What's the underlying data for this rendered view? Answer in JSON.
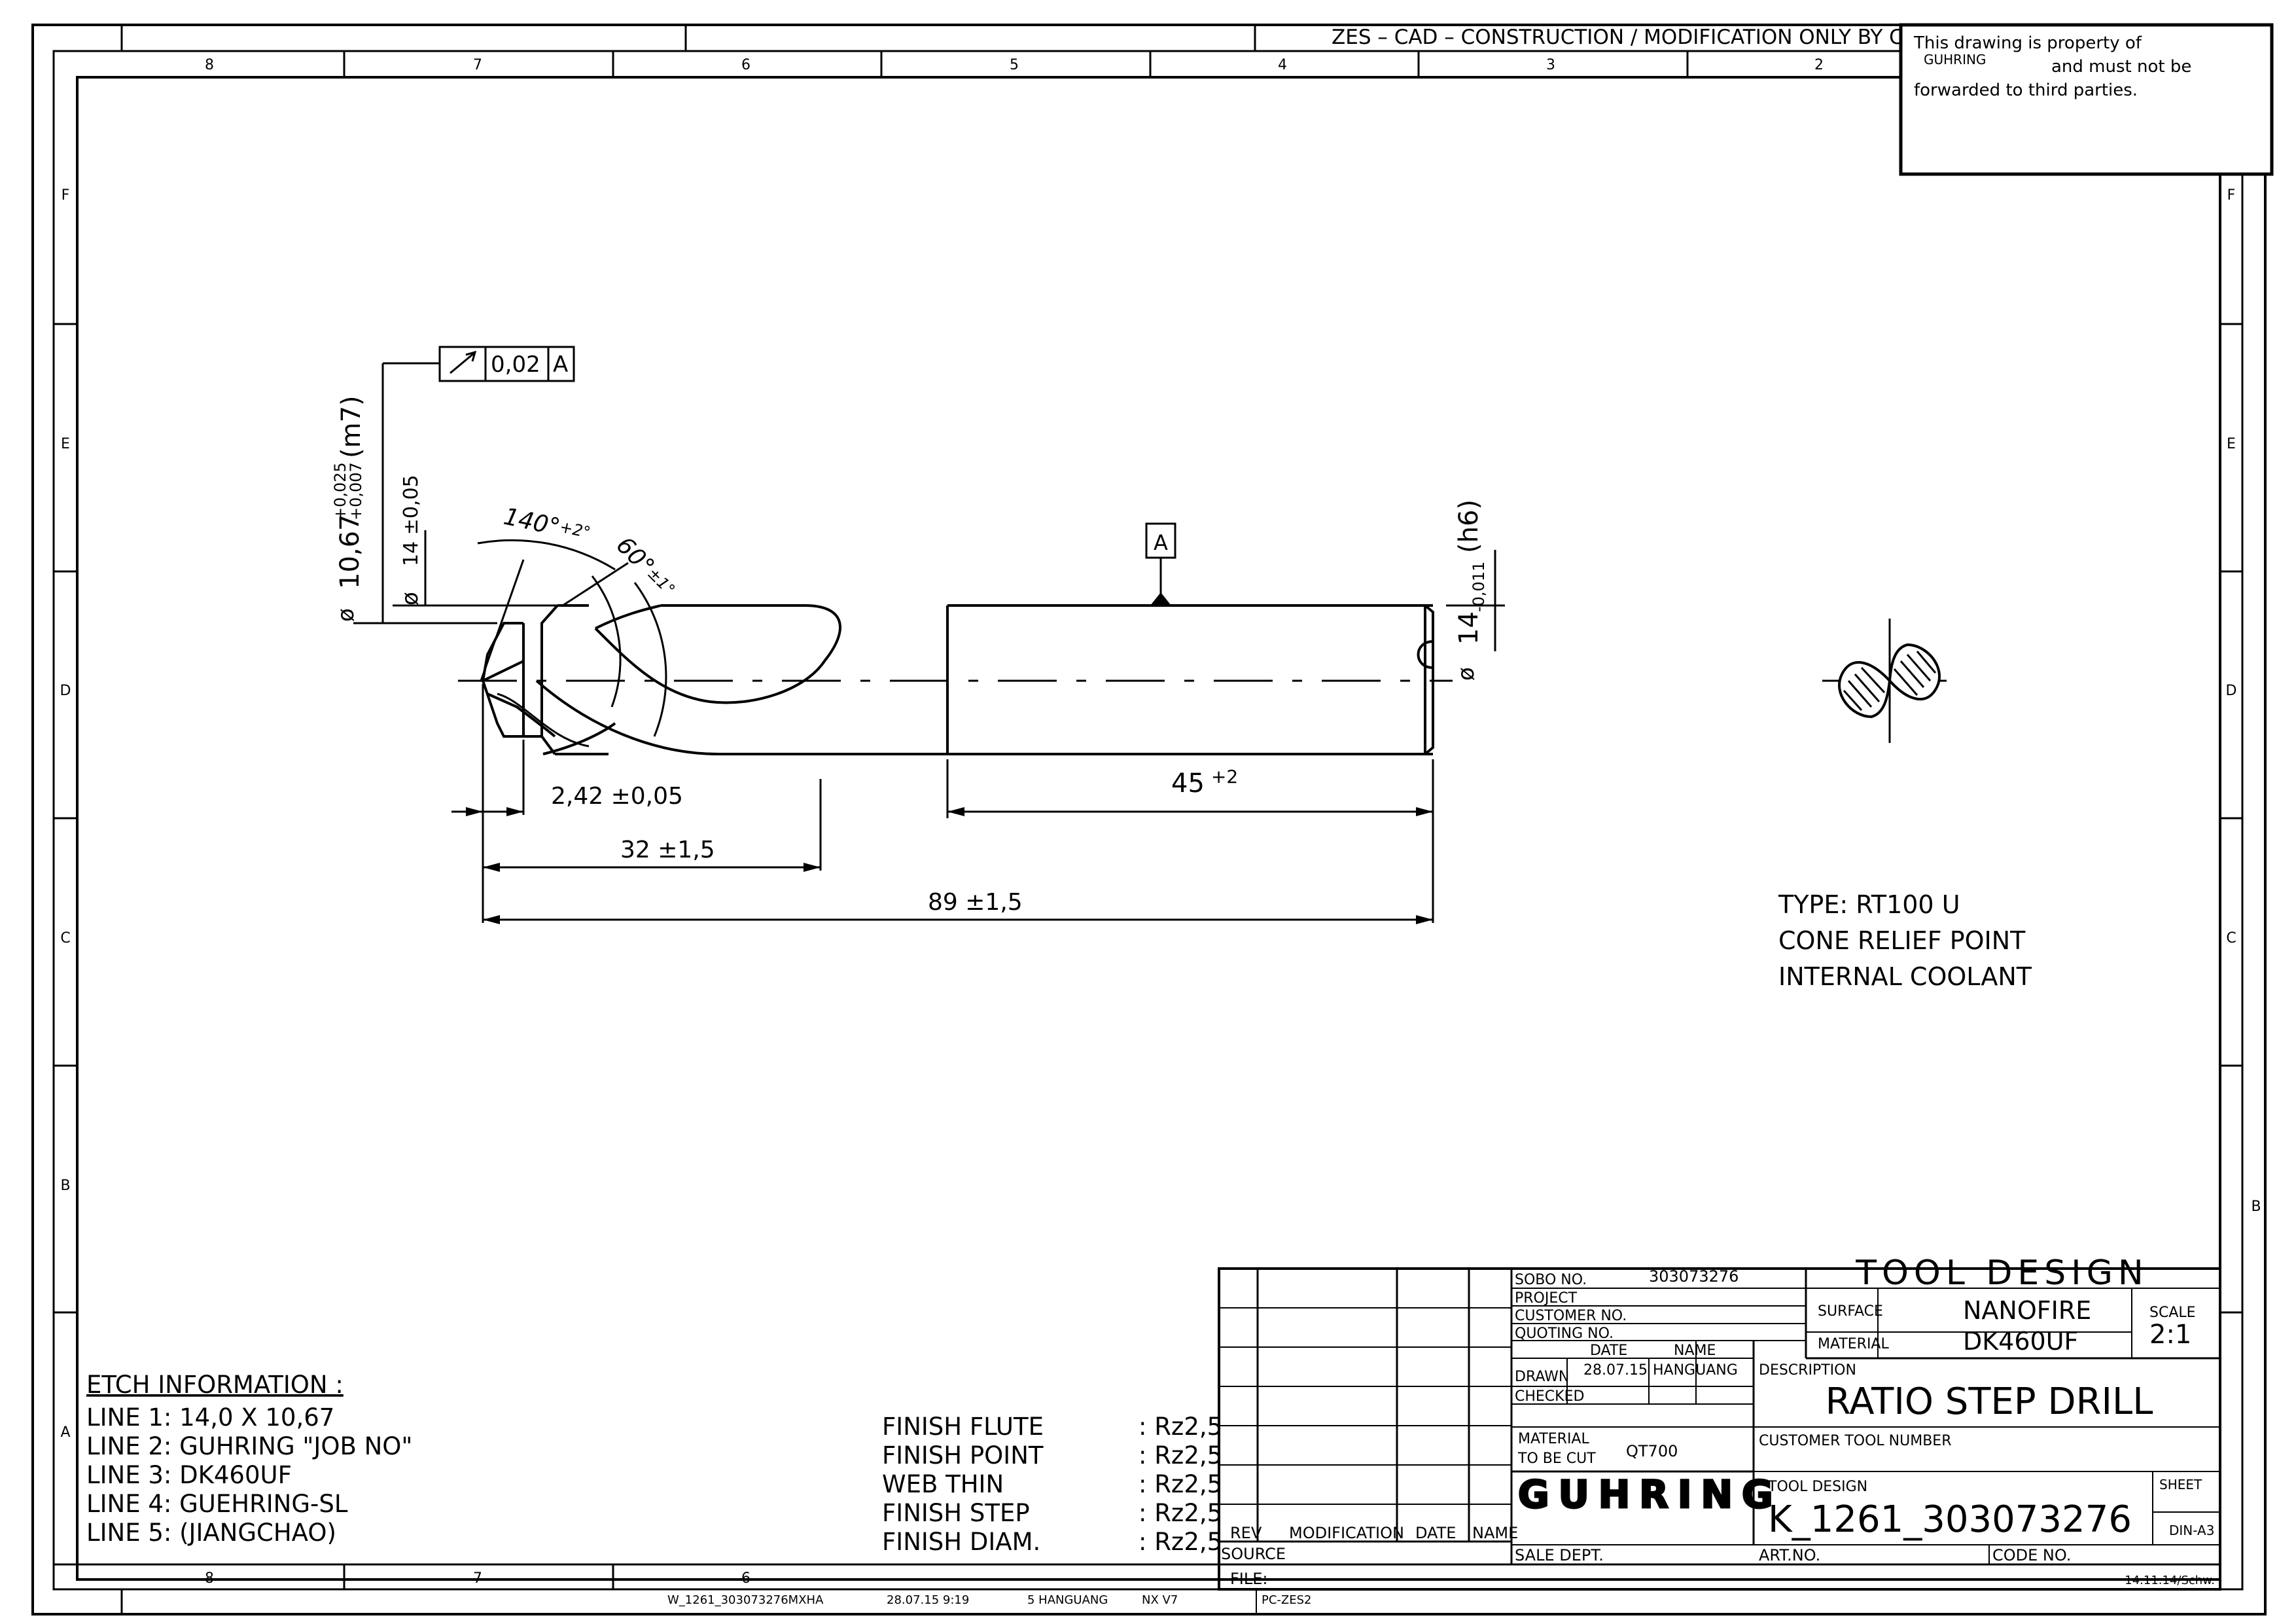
{
  "header": {
    "cad_note": "ZES – CAD – CONSTRUCTION / MODIFICATION ONLY BY CAD",
    "property_line1": "This drawing is property of",
    "property_company": "GUHRING",
    "property_line2": "and must not be",
    "property_line3": "forwarded to third parties."
  },
  "grid": {
    "columns": [
      "8",
      "7",
      "6",
      "5",
      "4",
      "3",
      "2"
    ],
    "bottom_columns": [
      "8",
      "7",
      "6"
    ],
    "rows": [
      "F",
      "E",
      "D",
      "C",
      "B",
      "A"
    ]
  },
  "dimensions": {
    "runout_value": "0,02",
    "runout_datum": "A",
    "datum_label": "A",
    "dia_symbol": "ø",
    "step_dia": "10,67",
    "step_dia_tol_upper": "+0,025",
    "step_dia_tol_lower": "+0,007",
    "step_dia_fit": "(m7)",
    "body_dia": "14 ±0,05",
    "point_angle": "140°",
    "point_angle_tol": "+2°",
    "step_angle": "60°",
    "step_angle_tol": "±1°",
    "shank_dia": "14",
    "shank_dia_tol": "-0,011",
    "shank_fit": "(h6)",
    "step_length": "2,42 ±0,05",
    "flute_length": "32 ±1,5",
    "shank_length": "45",
    "shank_length_tol": "+2",
    "overall_length": "89 ±1,5"
  },
  "notes": {
    "type": "TYPE: RT100 U",
    "point": "CONE RELIEF POINT",
    "coolant": "INTERNAL COOLANT"
  },
  "etch": {
    "title": "ETCH INFORMATION :",
    "lines": [
      "LINE 1: 14,0 X 10,67",
      "LINE 2: GUHRING \"JOB NO\"",
      "LINE 3: DK460UF",
      "LINE 4: GUEHRING-SL",
      "LINE 5: (JIANGCHAO)"
    ]
  },
  "finish": {
    "items": [
      {
        "label": "FINISH FLUTE",
        "value": ": Rz2,5"
      },
      {
        "label": "FINISH POINT",
        "value": ": Rz2,5"
      },
      {
        "label": "WEB THIN",
        "value": ": Rz2,5"
      },
      {
        "label": "FINISH STEP",
        "value": ": Rz2,5"
      },
      {
        "label": "FINISH DIAM.",
        "value": ": Rz2,5"
      }
    ]
  },
  "title_block": {
    "rev_headers": {
      "rev": "REV",
      "modification": "MODIFICATION",
      "date": "DATE",
      "name": "NAME"
    },
    "source_label": "SOURCE",
    "file_label": "FILE:",
    "sobo_label": "SOBO NO.",
    "sobo_value": "303073276",
    "project_label": "PROJECT",
    "customer_no_label": "CUSTOMER NO.",
    "quoting_no_label": "QUOTING NO.",
    "date_header": "DATE",
    "name_header": "NAME",
    "drawn_label": "DRAWN",
    "drawn_date": "28.07.15",
    "drawn_name": "HANGUANG",
    "checked_label": "CHECKED",
    "material_cut_label1": "MATERIAL",
    "material_cut_label2": "TO BE CUT",
    "material_cut_value": "QT700",
    "company_logo": "GUHRING",
    "sale_dept_label": "SALE DEPT.",
    "tool_design_title": "TOOL DESIGN",
    "surface_label": "SURFACE",
    "surface_value": "NANOFIRE",
    "material_label": "MATERIAL",
    "material_value": "DK460UF",
    "scale_label": "SCALE",
    "scale_value": "2:1",
    "description_label": "DESCRIPTION",
    "description_value": "RATIO STEP DRILL",
    "customer_tool_label": "CUSTOMER TOOL NUMBER",
    "tool_design_label": "TOOL DESIGN",
    "drawing_number": "K_1261_303073276",
    "sheet_label": "SHEET",
    "sheet_format": "DIN-A3",
    "art_no_label": "ART.NO.",
    "code_no_label": "CODE NO.",
    "form_ref": "14.11.14/Schw."
  },
  "footer": {
    "file_path": "W_1261_303073276MXHA",
    "timestamp": "28.07.15  9:19",
    "user": "5 HANGUANG",
    "cad_version": "NX V7",
    "station": "PC-ZES2"
  }
}
